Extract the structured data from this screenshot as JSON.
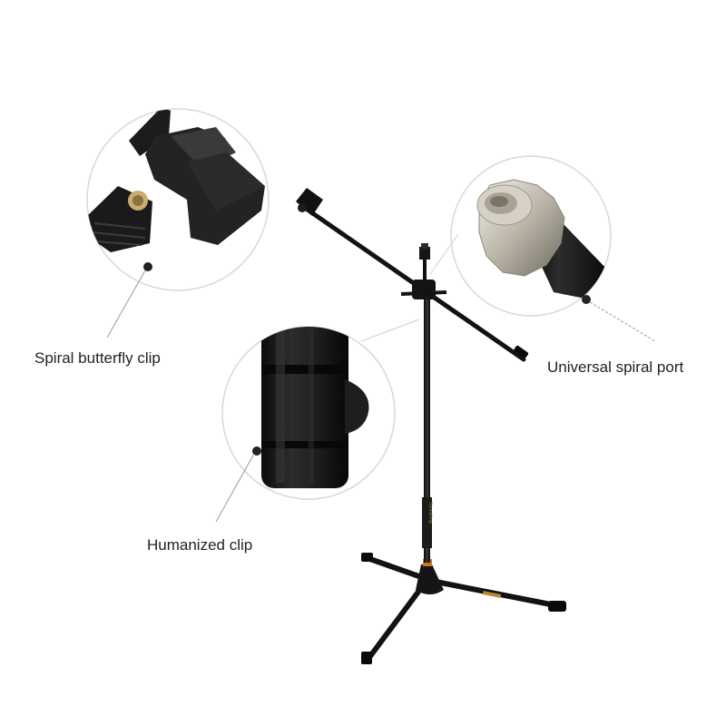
{
  "callouts": {
    "butterfly_clip": {
      "label": "Spiral butterfly clip"
    },
    "spiral_port": {
      "label": "Universal spiral port"
    },
    "humanized_clip": {
      "label": "Humanized clip"
    }
  },
  "stand": {
    "brand_text": "Soundking"
  },
  "colors": {
    "background": "#ffffff",
    "stand_black": "#121212",
    "circle_stroke": "#d8d8d8",
    "leader_line": "#9a9a9a",
    "brass": "#b8892e"
  }
}
